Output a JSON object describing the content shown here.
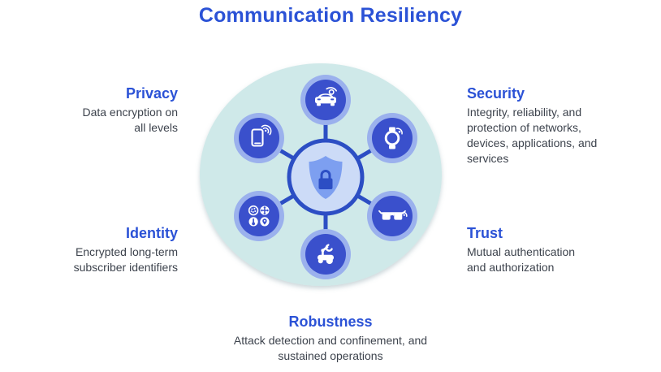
{
  "title": "Communication Resiliency",
  "colors": {
    "heading_blue": "#2b52d6",
    "body_text": "#3d434d",
    "background_teal": "#cfe9e9",
    "node_inner_blue": "#3a50cc",
    "node_halo_blue": "#9bb1ed",
    "spoke_blue": "#2c4ec4",
    "hub_fill": "#ccdbf7",
    "shield_fill": "#7d9ff0",
    "icon_white": "#ffffff"
  },
  "diagram": {
    "background_shape": "circle",
    "hub": {
      "icon": "shield-lock-icon"
    },
    "nodes": [
      {
        "icon": "connected-car-icon",
        "position": "top"
      },
      {
        "icon": "smartwatch-icon",
        "position": "top-right"
      },
      {
        "icon": "smart-glasses-icon",
        "position": "bottom-right"
      },
      {
        "icon": "robot-icon",
        "position": "bottom"
      },
      {
        "icon": "iot-sensors-icon",
        "position": "bottom-left"
      },
      {
        "icon": "smartphone-icon",
        "position": "top-left"
      }
    ]
  },
  "labels": {
    "privacy": {
      "heading": "Privacy",
      "body": "Data encryption on\nall levels"
    },
    "security": {
      "heading": "Security",
      "body": "Integrity, reliability, and\nprotection of networks,\ndevices, applications, and\nservices"
    },
    "identity": {
      "heading": "Identity",
      "body": "Encrypted long-term\nsubscriber identifiers"
    },
    "trust": {
      "heading": "Trust",
      "body": "Mutual authentication\nand authorization"
    },
    "robustness": {
      "heading": "Robustness",
      "body": "Attack detection and confinement, and\nsustained operations"
    }
  }
}
